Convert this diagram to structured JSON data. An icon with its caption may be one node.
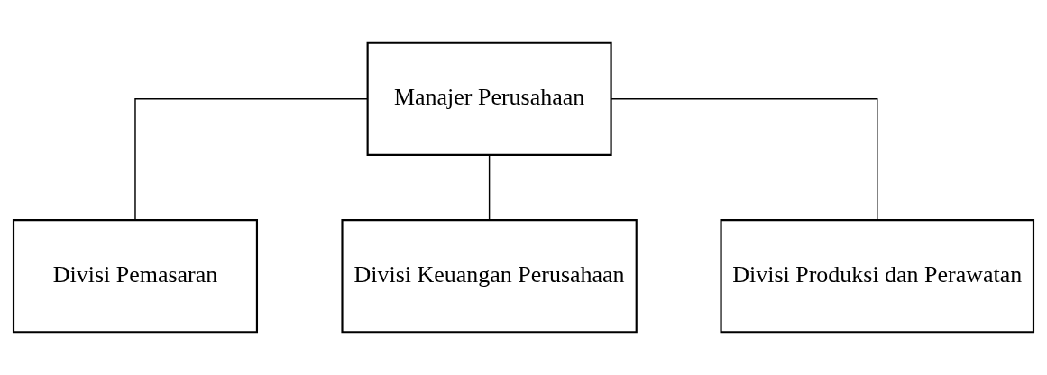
{
  "diagram": {
    "nodes": [
      {
        "text": [
          "Manajer Perusahaan"
        ]
      },
      {
        "text": [
          "Divisi Pemasaran"
        ]
      },
      {
        "text": [
          "Divisi Keuangan Perusahaan"
        ]
      },
      {
        "text": [
          "Divisi Produksi dan Perawatan"
        ]
      }
    ],
    "edges": [
      {
        "from": 0,
        "to": 1,
        "arrow": "none"
      },
      {
        "from": 0,
        "to": 2,
        "arrow": "none"
      },
      {
        "from": 0,
        "to": 3,
        "arrow": "none"
      }
    ]
  }
}
